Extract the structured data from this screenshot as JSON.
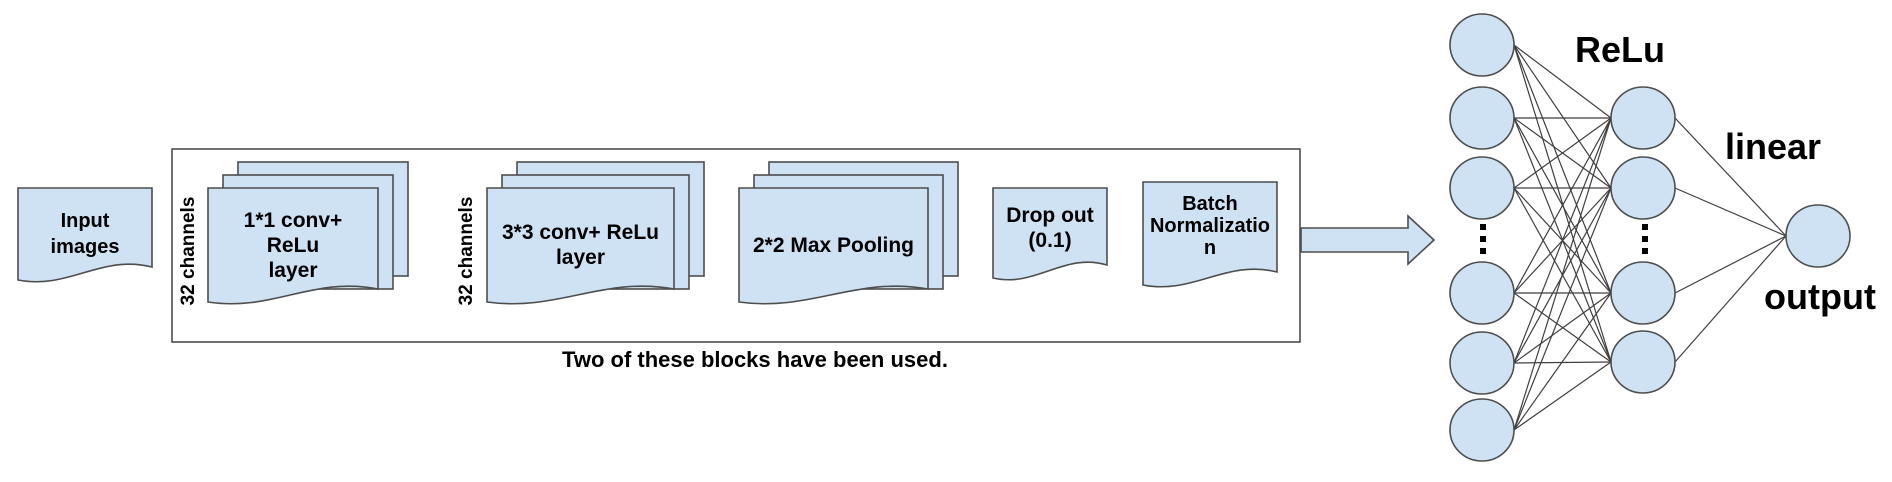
{
  "diagram": {
    "input_doc": {
      "label": "Input\nimages"
    },
    "block_box": {
      "caption": "Two of these blocks have been used.",
      "stacks": [
        {
          "channels_label": "32 channels",
          "label": "1*1 conv+\nReLu\nlayer",
          "sheets": 3
        },
        {
          "channels_label": "32 channels",
          "label": "3*3 conv+ ReLu\nlayer",
          "sheets": 3
        },
        {
          "label": "2*2 Max Pooling",
          "sheets": 3
        }
      ],
      "single_docs": [
        {
          "label": "Drop out\n(0.1)"
        },
        {
          "label": "Batch\nNormalizatio\nn"
        }
      ]
    },
    "arrow": {
      "direction": "right"
    },
    "network": {
      "input_layer": {
        "visible_nodes": 6,
        "has_ellipsis": true
      },
      "hidden_layer": {
        "visible_nodes": 4,
        "has_ellipsis": true,
        "activation_label": "ReLu"
      },
      "output_layer": {
        "visible_nodes": 1,
        "activation_label": "linear",
        "label": "output"
      }
    },
    "colors": {
      "shape_fill": "#cfe2f3",
      "shape_stroke": "#4d4d4d",
      "connection_line": "#3f3f3f",
      "text": "#000000"
    }
  }
}
